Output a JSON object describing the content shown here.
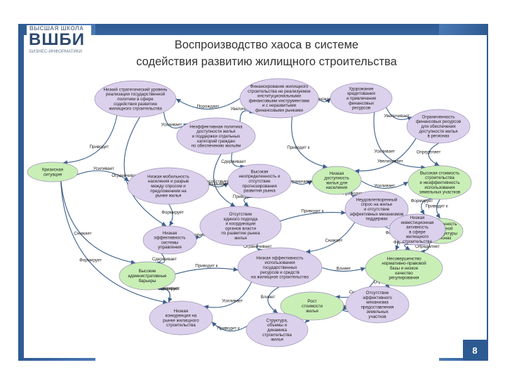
{
  "logo": {
    "top": "ВЫСШАЯ ШКОЛА",
    "mid": "ВШБИ",
    "bottom": "БИЗНЕС-ИНФОРМАТИКИ"
  },
  "title": {
    "line1": "Воспроизводство хаоса в системе",
    "line2": "содействия развитию жилищного строительства"
  },
  "page_number": "8",
  "nodes": [
    {
      "id": "n1",
      "lines": [
        "Низкий стратегический уровень",
        "реализации государственной",
        "политики в сфере",
        "содействия развитию",
        "жилищного строительства"
      ],
      "color": "#dcd1ec"
    },
    {
      "id": "n2",
      "lines": [
        "Финансирование жилищного",
        "строительства не реализуемое",
        "институциональными",
        "финансовыми инструментами",
        "и с неразвитыми",
        "финансовыми рынками"
      ],
      "color": "#dcd1ec"
    },
    {
      "id": "n3",
      "lines": [
        "Удорожание",
        "кредитования",
        "и привлечения",
        "финансовых",
        "ресурсов"
      ],
      "color": "#dcd1ec"
    },
    {
      "id": "n4",
      "lines": [
        "Неэффективная политика",
        "доступности жилья",
        "и поддержки отдельных",
        "категорий граждан",
        "по обеспечению жильём"
      ],
      "color": "#dcd1ec"
    },
    {
      "id": "n5",
      "lines": [
        "Ограниченность",
        "финансовых ресурсов",
        "для обеспечения",
        "доступности жилья",
        "в регионах"
      ],
      "color": "#dcd1ec"
    },
    {
      "id": "n6",
      "lines": [
        "Кризисная",
        "ситуация"
      ],
      "color": "#c9efb6"
    },
    {
      "id": "n7",
      "lines": [
        "Низкая мобильность",
        "населения и разрыв",
        "между спросом и",
        "предложением на",
        "рынке жилья"
      ],
      "color": "#dcd1ec"
    },
    {
      "id": "n8",
      "lines": [
        "Высокая",
        "неопределенность и",
        "отсутствие",
        "прогнозирования",
        "развития рынка"
      ],
      "color": "#dcd1ec"
    },
    {
      "id": "n9",
      "lines": [
        "Низкая",
        "доступность",
        "жилья для",
        "населения"
      ],
      "color": "#c9efb6"
    },
    {
      "id": "n10",
      "lines": [
        "Высокая стоимость",
        "строительства",
        "и неэффективность",
        "использования",
        "земельных участков"
      ],
      "color": "#c9efb6"
    },
    {
      "id": "n11",
      "lines": [
        "Неудовлетворенный",
        "спрос на жилье",
        "и отсутствие",
        "эффективных механизмов",
        "поддержки"
      ],
      "color": "#dcd1ec"
    },
    {
      "id": "n12",
      "lines": [
        "Отсутствие",
        "единого подхода",
        "и координации",
        "органов власти",
        "по развитию рынка",
        "жилья"
      ],
      "color": "#dcd1ec"
    },
    {
      "id": "n13",
      "lines": [
        "Низкая",
        "эффективность",
        "системы",
        "управления"
      ],
      "color": "#dcd1ec"
    },
    {
      "id": "n14",
      "lines": [
        "Высокие",
        "административные",
        "барьеры"
      ],
      "color": "#c9efb6"
    },
    {
      "id": "n15",
      "lines": [
        "Низкая эффективность",
        "использования",
        "государственных",
        "ресурсов и средств",
        "на жилищное строительство"
      ],
      "color": "#dcd1ec"
    },
    {
      "id": "n16",
      "lines": [
        "Несовершенство",
        "нормативно-правовой",
        "базы и низкое",
        "качество",
        "регулирования"
      ],
      "color": "#c9efb6"
    },
    {
      "id": "n17",
      "lines": [
        "Рост",
        "стоимости",
        "жилья"
      ],
      "color": "#c9efb6"
    },
    {
      "id": "n18",
      "lines": [
        "Ограниченность",
        "инженерной",
        "инфраструктуры",
        "в регионах"
      ],
      "color": "#c9efb6"
    },
    {
      "id": "n19",
      "lines": [
        "Отсутствие",
        "эффективного",
        "механизма",
        "предоставления",
        "земельных",
        "участков"
      ],
      "color": "#dcd1ec"
    },
    {
      "id": "n20",
      "lines": [
        "Низкая",
        "конкуренция на",
        "рынке жилищного",
        "строительства"
      ],
      "color": "#dcd1ec"
    },
    {
      "id": "n21",
      "lines": [
        "Структура,",
        "объемы и",
        "динамика",
        "строительства",
        "жилья"
      ],
      "color": "#dcd1ec"
    },
    {
      "id": "n22",
      "lines": [
        "Низкая",
        "инвестиционная",
        "активность",
        "в сфере",
        "жилищного",
        "строительства"
      ],
      "color": "#dcd1ec"
    }
  ],
  "edge_labels": [
    "Приводит",
    "Усиливает",
    "Порождает",
    "Увеличивает",
    "Увеличивает",
    "Сдерживает",
    "Приводит к",
    "Усиливает",
    "Вызывает",
    "Ограничивает",
    "Усиливает",
    "Определяет",
    "Формирует",
    "Снижает",
    "Приводит к",
    "Вторично",
    "Сдерживает",
    "Приводит к",
    "Влияет",
    "Ограничивает",
    "Приводит",
    "Создает",
    "Приводит к",
    "Усиливает",
    "Снижает",
    "Приводит к",
    "Приводит",
    "Формирует",
    "Ограничивает",
    "Способствует",
    "Усиливает",
    "Формирует",
    "Определяет",
    "Влияет",
    "Приводит к",
    "Усиливает",
    "Порождает",
    "Формирует",
    "Ограничивает",
    "Формирует",
    "Увеличивает",
    "Снижает",
    "Приводит к",
    "Формирует"
  ]
}
